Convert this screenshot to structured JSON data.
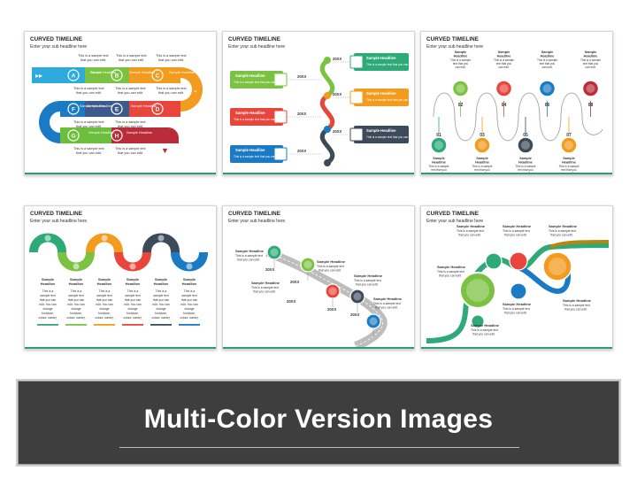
{
  "slide_title": "CURVED TIMELINE",
  "slide_subtitle": "Enter your sub headline here",
  "sample_headline": "Sample Headline",
  "sample_text": "This is a sample text that you can edit.",
  "sample_text_line1": "This is a sample text",
  "sample_text_line2": "that you can edit.",
  "year": "20XX",
  "s1": {
    "letters": [
      "A",
      "B",
      "C",
      "D",
      "E",
      "F",
      "G",
      "H"
    ],
    "colors": [
      "#2eaadc",
      "#7cc242",
      "#f29b1e",
      "#e8453c",
      "#3c5a8a",
      "#1a7bc4",
      "#6cbf3c",
      "#b92c3a"
    ]
  },
  "s2": {
    "colors": [
      "#7cc242",
      "#2eaa78",
      "#f29b1e",
      "#e8453c",
      "#3c4a5a",
      "#1a7bc4"
    ]
  },
  "s3": {
    "numbers": [
      "01",
      "02",
      "03",
      "04",
      "05",
      "06",
      "07",
      "08"
    ],
    "colors": [
      "#2eaa78",
      "#7cc242",
      "#f29b1e",
      "#e8453c",
      "#3c4a5a",
      "#1a7bc4",
      "#f29b1e",
      "#b92c3a"
    ]
  },
  "s4": {
    "colors": [
      "#2eaa78",
      "#7cc242",
      "#f29b1e",
      "#e8453c",
      "#3c4a5a",
      "#1a7bc4"
    ],
    "body_lines": [
      "This is a",
      "sample text",
      "that you can",
      "edit. You can",
      "change",
      "font(size,",
      "colour, name)."
    ]
  },
  "s5": {
    "colors": [
      "#2eaa78",
      "#7cc242",
      "#e8453c",
      "#3c4a5a",
      "#1a7bc4"
    ]
  },
  "s6": {
    "colors": [
      "#7cc242",
      "#2eaa78",
      "#e8453c",
      "#1a7bc4",
      "#f29b1e",
      "#b92c3a"
    ]
  },
  "banner_title": "Multi-Color Version Images"
}
